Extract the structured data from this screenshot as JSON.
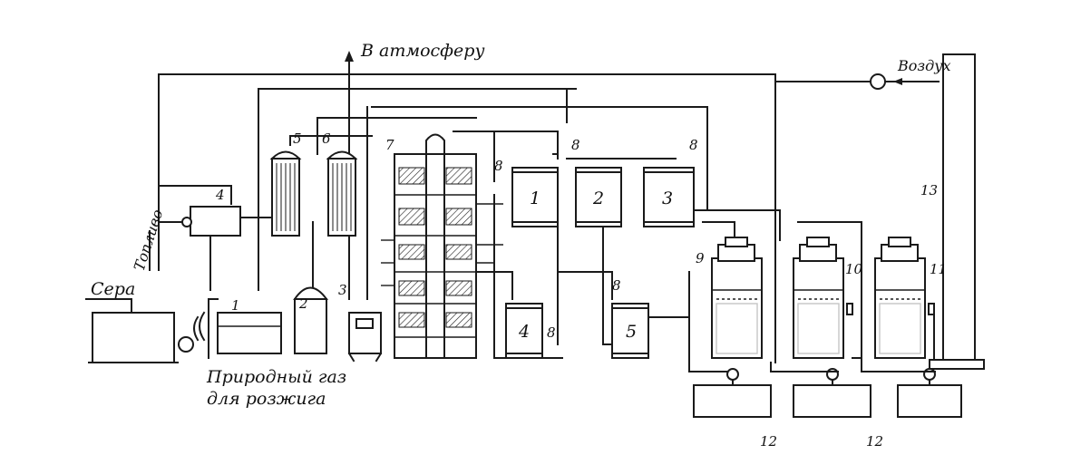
{
  "labels": {
    "atmosphere": "В атмосферу",
    "air": "Воздух",
    "fuel": "Топливо",
    "sulfur": "Сера",
    "gas_line1": "Природный газ",
    "gas_line2": "для розжига"
  },
  "numbers": {
    "n1": "1",
    "n2": "2",
    "n3": "3",
    "n4": "4",
    "n5": "5",
    "n6": "6",
    "n7": "7",
    "n8a": "8",
    "n8b": "8",
    "n8c": "8",
    "n8d": "8",
    "n8e": "8",
    "n9": "9",
    "n10": "10",
    "n11": "11",
    "n12a": "12",
    "n12b": "12",
    "n13": "13"
  },
  "heat_exchangers": {
    "he1": "1",
    "he2": "2",
    "he3": "3",
    "he4": "4",
    "he5": "5"
  }
}
